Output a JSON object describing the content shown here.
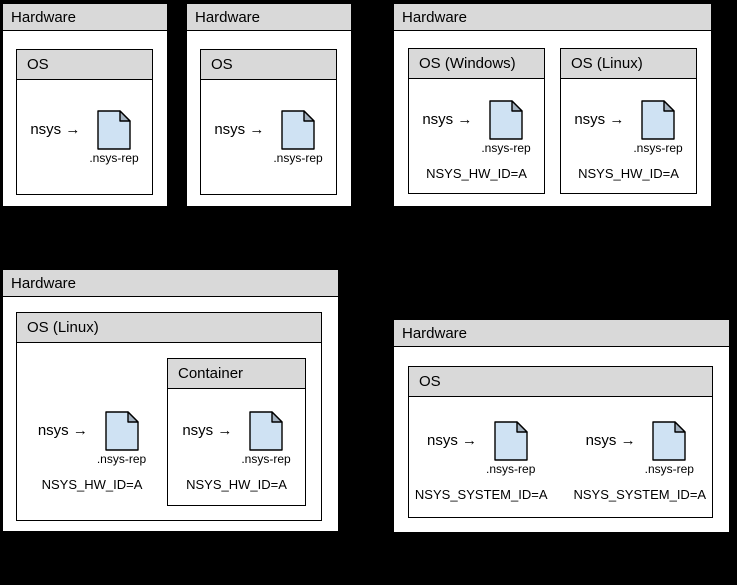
{
  "colors": {
    "background": "#000000",
    "box_bg": "#ffffff",
    "titlebar_bg": "#d9d9d9",
    "border": "#000000",
    "file_fill": "#cfe2f3",
    "file_fold": "#a3b1bf"
  },
  "boxes": {
    "hw1": {
      "title": "Hardware",
      "os": {
        "title": "OS",
        "unit": {
          "cmd": "nsys →",
          "file_label": ".nsys-rep"
        }
      }
    },
    "hw2": {
      "title": "Hardware",
      "os": {
        "title": "OS",
        "unit": {
          "cmd": "nsys →",
          "file_label": ".nsys-rep"
        }
      }
    },
    "hw3": {
      "title": "Hardware",
      "os_windows": {
        "title": "OS (Windows)",
        "unit": {
          "cmd": "nsys →",
          "file_label": ".nsys-rep",
          "env": "NSYS_HW_ID=A"
        }
      },
      "os_linux": {
        "title": "OS (Linux)",
        "unit": {
          "cmd": "nsys →",
          "file_label": ".nsys-rep",
          "env": "NSYS_HW_ID=A"
        }
      }
    },
    "hw4": {
      "title": "Hardware",
      "os": {
        "title": "OS (Linux)",
        "host_unit": {
          "cmd": "nsys →",
          "file_label": ".nsys-rep",
          "env": "NSYS_HW_ID=A"
        },
        "container": {
          "title": "Container",
          "unit": {
            "cmd": "nsys →",
            "file_label": ".nsys-rep",
            "env": "NSYS_HW_ID=A"
          }
        }
      }
    },
    "hw5": {
      "title": "Hardware",
      "os": {
        "title": "OS",
        "unit_left": {
          "cmd": "nsys →",
          "file_label": ".nsys-rep",
          "env": "NSYS_SYSTEM_ID=A"
        },
        "unit_right": {
          "cmd": "nsys →",
          "file_label": ".nsys-rep",
          "env": "NSYS_SYSTEM_ID=A"
        }
      }
    }
  }
}
